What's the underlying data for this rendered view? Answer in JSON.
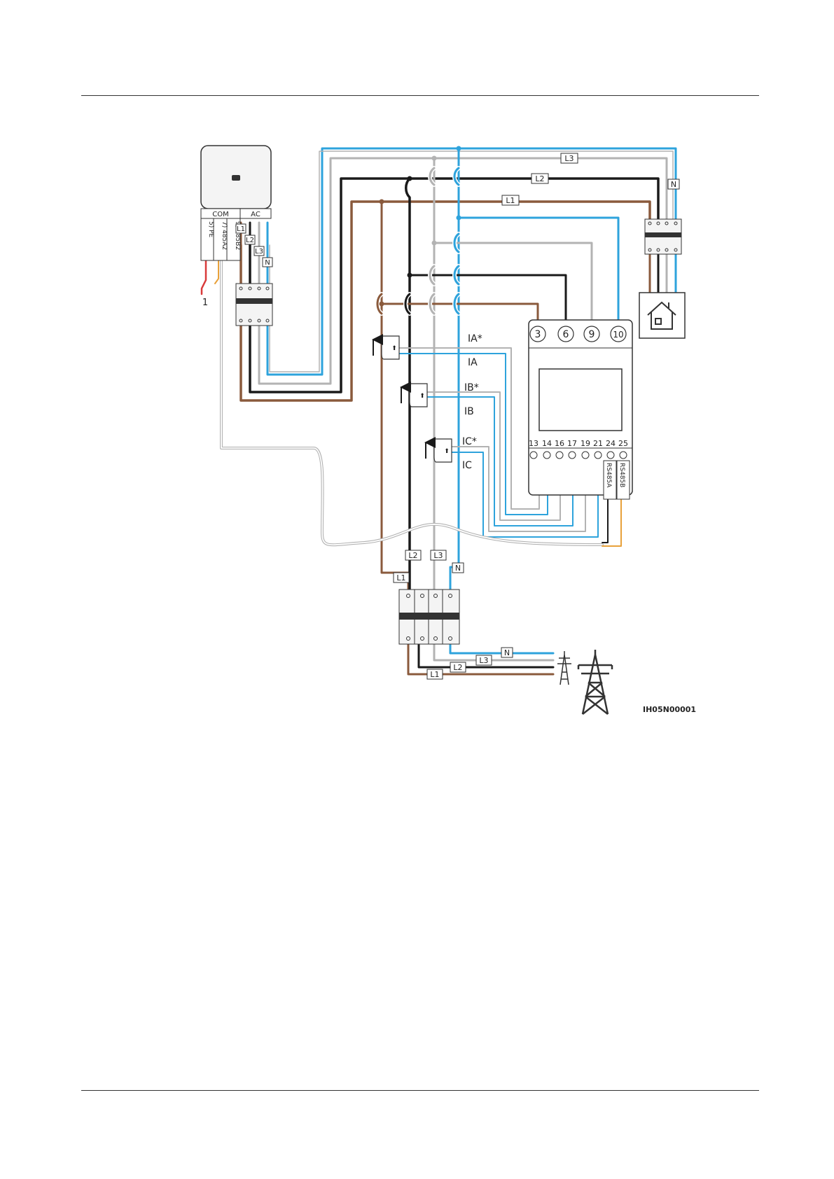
{
  "colors": {
    "blue": "#2ea3dc",
    "black": "#1a1a1a",
    "gray": "#b3b3b3",
    "brown": "#8a5a3c",
    "orange": "#e8a13a",
    "red": "#d93a3a",
    "box_stroke": "#333333",
    "box_fill": "#f4f4f4"
  },
  "inverter": {
    "com_label": "COM",
    "ac_label": "AC",
    "pins": [
      "5) PE",
      "7) 485A2",
      "9) 485B2"
    ],
    "cable_callout": "1"
  },
  "line_labels": {
    "l1": "L1",
    "l2": "L2",
    "l3": "L3",
    "n": "N"
  },
  "meter": {
    "voltage_terminals": [
      "3",
      "6",
      "9",
      "10"
    ],
    "comm_terminals": [
      "13",
      "14",
      "16",
      "17",
      "19",
      "21",
      "24",
      "25"
    ],
    "rs485a": "RS485A",
    "rs485b": "RS485B"
  },
  "ct_labels": {
    "ia_star": "IA*",
    "ia": "IA",
    "ib_star": "IB*",
    "ib": "IB",
    "ic_star": "IC*",
    "ic": "IC"
  },
  "figure_id": "IH05N00001"
}
